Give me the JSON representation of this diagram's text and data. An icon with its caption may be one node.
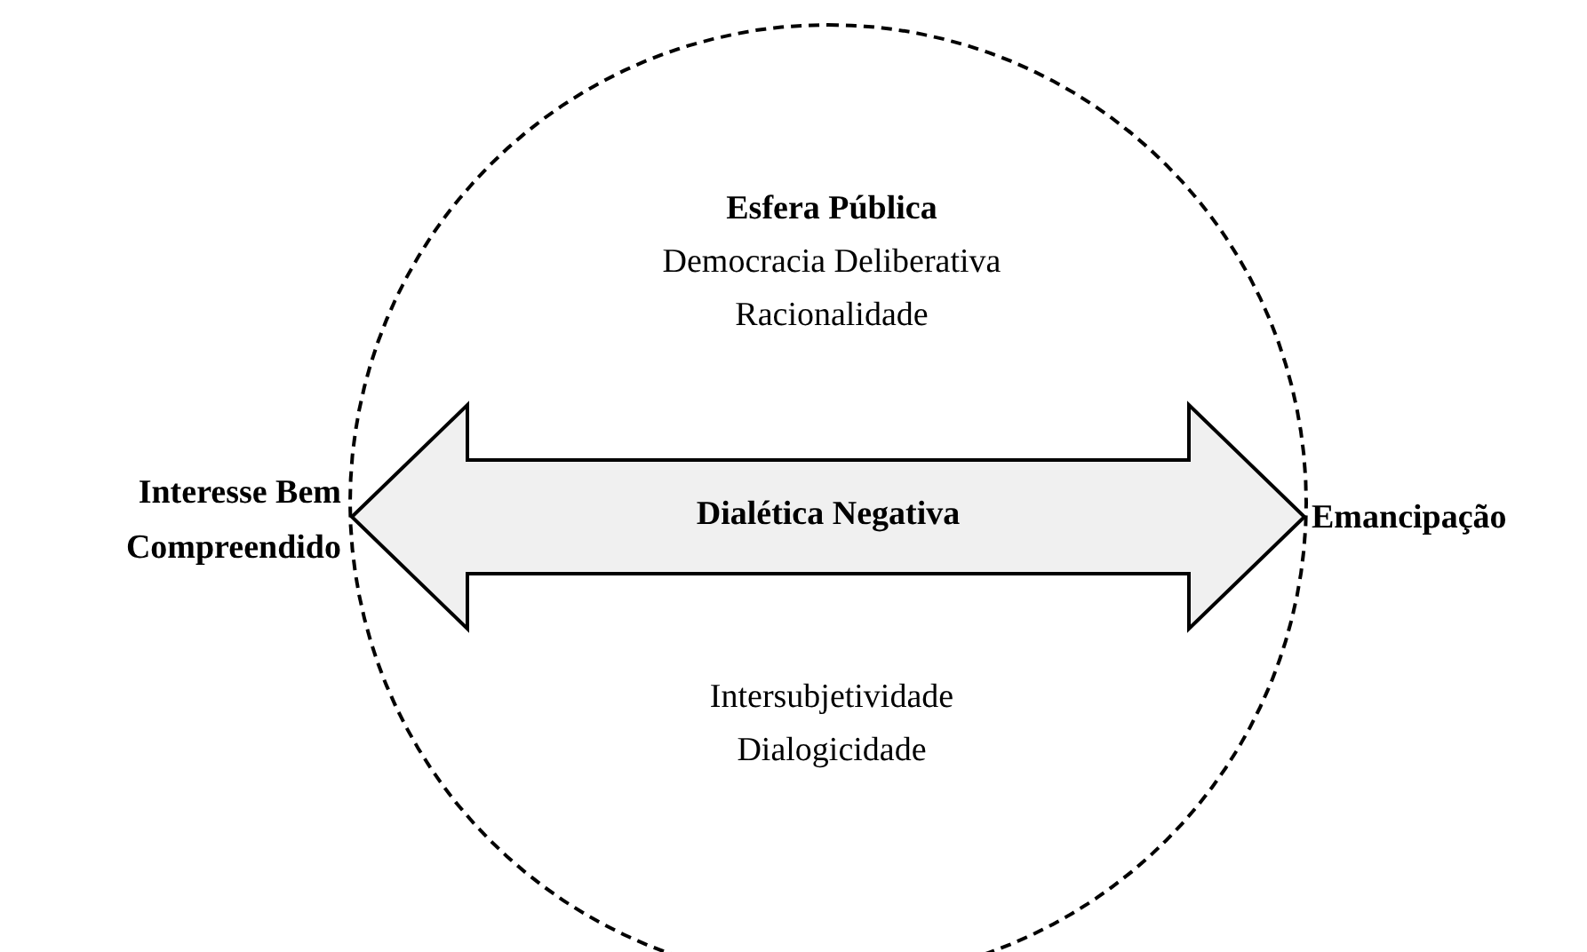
{
  "diagram": {
    "nodes": [
      {
        "text": [
          "Esfera Pública",
          "Democracia Deliberativa Racionalidade",
          "Intersubjetividade Dialogicidade"
        ]
      },
      {
        "text": [
          "Interesse Bem Compreendido"
        ]
      },
      {
        "text": [
          "Emancipação"
        ]
      }
    ],
    "edges": [
      {
        "from": 1,
        "to": 2,
        "arrow": "both",
        "label": "Dialética Negativa"
      }
    ]
  }
}
